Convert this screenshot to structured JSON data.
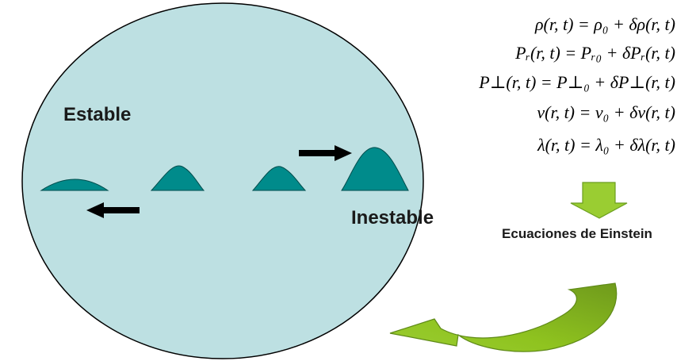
{
  "labels": {
    "stable": "Estable",
    "unstable": "Inestable",
    "einstein": "Ecuaciones de Einstein"
  },
  "equations": [
    "ρ(r, t) = ρ₀ + δρ(r, t)",
    "Pᵣ(r, t) = Pᵣ₀ + δPᵣ(r, t)",
    "P⊥(r, t) = P⊥₀ + δP⊥(r, t)",
    "ν(r, t) = ν₀ + δν(r, t)",
    "λ(r, t) = λ₀ + δλ(r, t)"
  ],
  "colors": {
    "circle_fill": "#bde0e2",
    "circle_stroke": "#000000",
    "bump_fill": "#008b8b",
    "arrow_green": "#8fc31f",
    "arrow_green_dark": "#6b9e1f"
  }
}
